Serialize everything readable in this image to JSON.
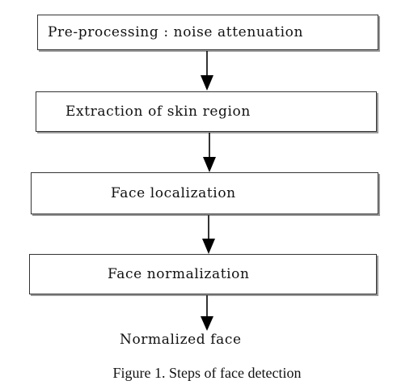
{
  "diagram": {
    "steps": [
      "Pre-processing : noise attenuation",
      "Extraction of skin region",
      "Face localization",
      "Face normalization"
    ],
    "output": "Normalized face"
  },
  "caption": "Figure 1.  Steps of face detection"
}
